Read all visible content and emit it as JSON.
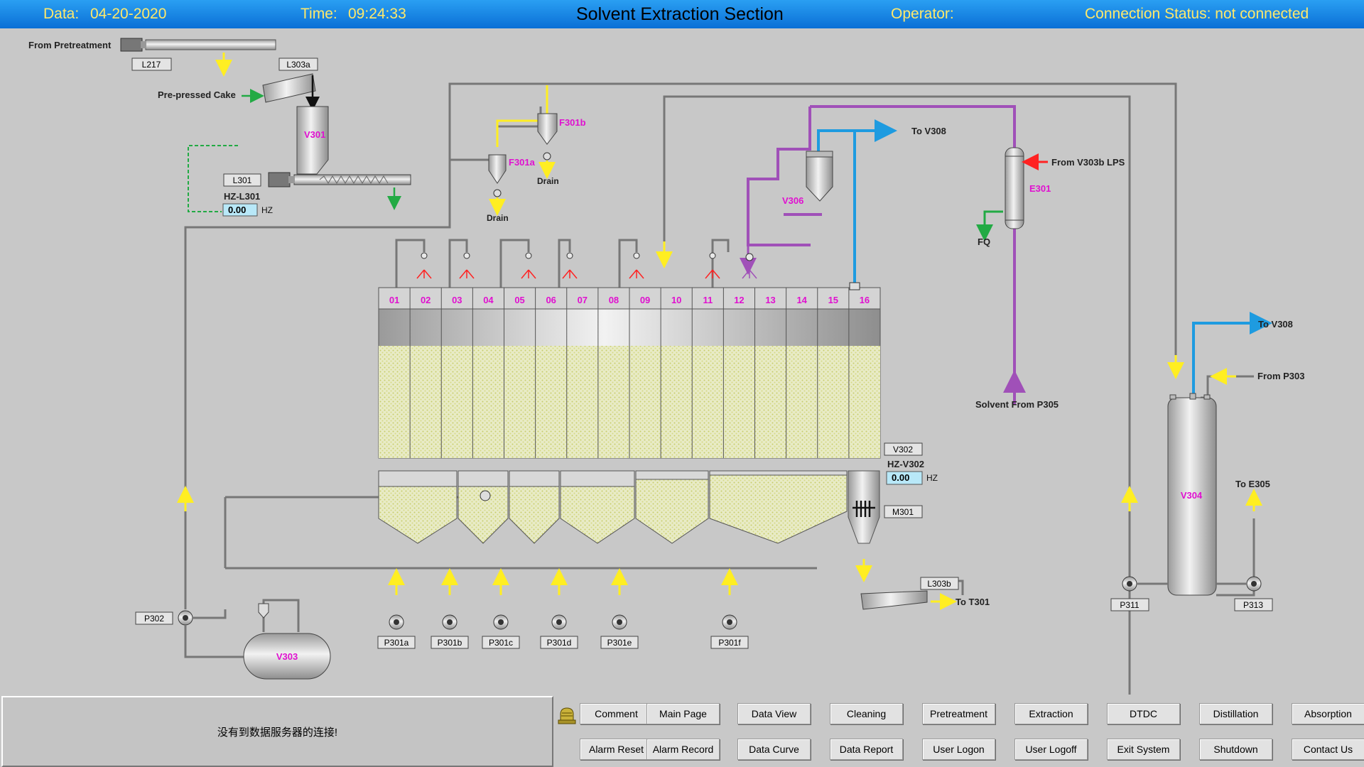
{
  "header": {
    "date_label": "Data:",
    "date_value": "04-20-2020",
    "time_label": "Time:",
    "time_value": "09:24:33",
    "title": "Solvent Extraction Section",
    "operator_label": "Operator:",
    "connection_status": "Connection Status: not connected"
  },
  "labels": {
    "from_pretreatment": "From Pretreatment",
    "l217": "L217",
    "l303a": "L303a",
    "pre_pressed_cake": "Pre-pressed Cake",
    "v301": "V301",
    "l301": "L301",
    "hz_l301": "HZ-L301",
    "hz_l301_value": "0.00",
    "hz_unit": "HZ",
    "f301b": "F301b",
    "f301a": "F301a",
    "drain": "Drain",
    "to_v308": "To V308",
    "from_v303b_lps": "From V303b LPS",
    "e301": "E301",
    "fq": "FQ",
    "v306": "V306",
    "solvent_from_p305": "Solvent From P305",
    "from_p303": "From P303",
    "to_e305": "To E305",
    "v304": "V304",
    "v302": "V302",
    "hz_v302": "HZ-V302",
    "hz_v302_value": "0.00",
    "m301": "M301",
    "l303b": "L303b",
    "to_t301": "To T301",
    "p302": "P302",
    "v303": "V303",
    "p311": "P311",
    "p313": "P313",
    "pumps": [
      "P301a",
      "P301b",
      "P301c",
      "P301d",
      "P301e",
      "P301f"
    ],
    "cells": [
      "01",
      "02",
      "03",
      "04",
      "05",
      "06",
      "07",
      "08",
      "09",
      "10",
      "11",
      "12",
      "13",
      "14",
      "15",
      "16"
    ]
  },
  "message": "没有到数据服务器的连接!",
  "buttons": {
    "row1": [
      "Comment",
      "Main Page",
      "Data View",
      "Cleaning",
      "Pretreatment",
      "Extraction",
      "DTDC",
      "Distillation",
      "Absorption"
    ],
    "row2": [
      "Alarm Reset",
      "Alarm Record",
      "Data Curve",
      "Data Report",
      "User Logon",
      "User Logoff",
      "Exit System",
      "Shutdown",
      "Contact Us"
    ]
  },
  "colors": {
    "header_text": "#ffe96b",
    "equipment_label": "#e010d0",
    "purple_line": "#a050b8",
    "blue_line": "#1e9be0",
    "green_line": "#22aa44",
    "yellow_arrow": "#ffee22",
    "red_arrow": "#ff2222"
  }
}
